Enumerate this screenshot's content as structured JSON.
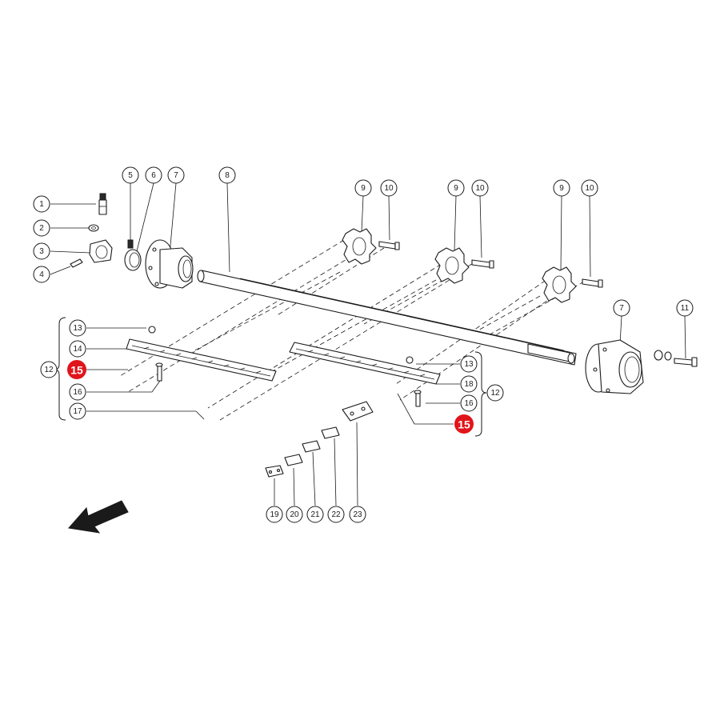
{
  "callouts": [
    {
      "id": "c1",
      "label": "1",
      "highlight": false
    },
    {
      "id": "c2",
      "label": "2",
      "highlight": false
    },
    {
      "id": "c3",
      "label": "3",
      "highlight": false
    },
    {
      "id": "c4",
      "label": "4",
      "highlight": false
    },
    {
      "id": "c5",
      "label": "5",
      "highlight": false
    },
    {
      "id": "c6",
      "label": "6",
      "highlight": false
    },
    {
      "id": "c7a",
      "label": "7",
      "highlight": false
    },
    {
      "id": "c8",
      "label": "8",
      "highlight": false
    },
    {
      "id": "c9a",
      "label": "9",
      "highlight": false
    },
    {
      "id": "c10a",
      "label": "10",
      "highlight": false
    },
    {
      "id": "c9b",
      "label": "9",
      "highlight": false
    },
    {
      "id": "c10b",
      "label": "10",
      "highlight": false
    },
    {
      "id": "c9c",
      "label": "9",
      "highlight": false
    },
    {
      "id": "c10c",
      "label": "10",
      "highlight": false
    },
    {
      "id": "c7b",
      "label": "7",
      "highlight": false
    },
    {
      "id": "c11",
      "label": "11",
      "highlight": false
    },
    {
      "id": "c13a",
      "label": "13",
      "highlight": false
    },
    {
      "id": "c14",
      "label": "14",
      "highlight": false
    },
    {
      "id": "c12a",
      "label": "12",
      "highlight": false
    },
    {
      "id": "c15a",
      "label": "15",
      "highlight": true
    },
    {
      "id": "c16a",
      "label": "16",
      "highlight": false
    },
    {
      "id": "c17",
      "label": "17",
      "highlight": false
    },
    {
      "id": "c13b",
      "label": "13",
      "highlight": false
    },
    {
      "id": "c18",
      "label": "18",
      "highlight": false
    },
    {
      "id": "c16b",
      "label": "16",
      "highlight": false
    },
    {
      "id": "c12b",
      "label": "12",
      "highlight": false
    },
    {
      "id": "c15b",
      "label": "15",
      "highlight": true
    },
    {
      "id": "c19",
      "label": "19",
      "highlight": false
    },
    {
      "id": "c20",
      "label": "20",
      "highlight": false
    },
    {
      "id": "c21",
      "label": "21",
      "highlight": false
    },
    {
      "id": "c22",
      "label": "22",
      "highlight": false
    },
    {
      "id": "c23",
      "label": "23",
      "highlight": false
    }
  ],
  "colors": {
    "highlight": "#e0151b",
    "line": "#1a1a1a",
    "background": "#ffffff"
  }
}
